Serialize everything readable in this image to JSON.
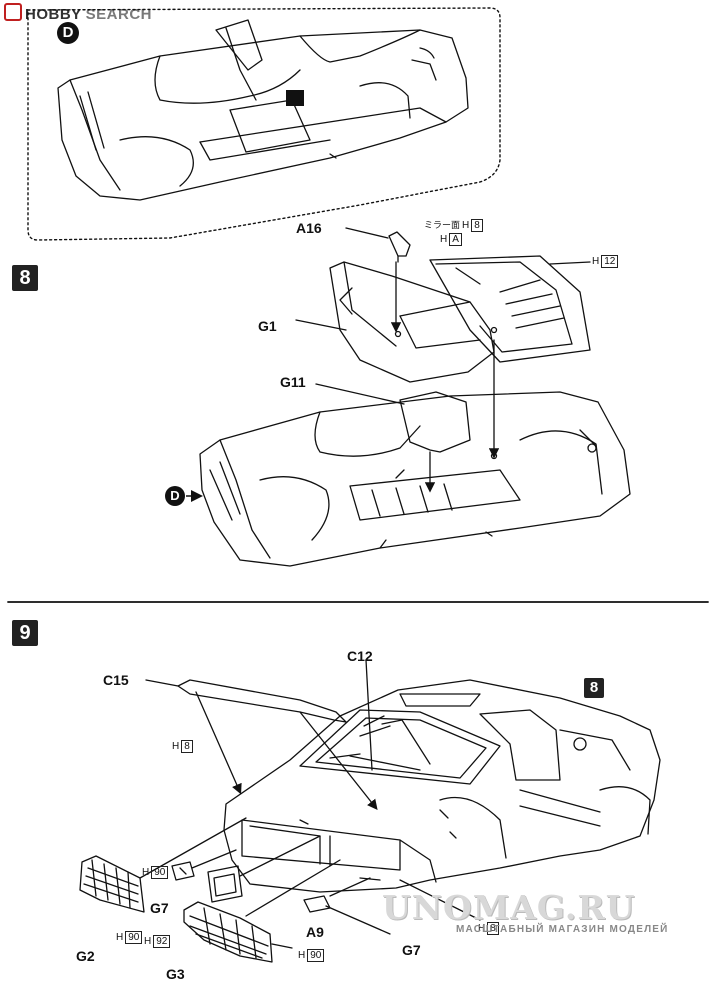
{
  "header": {
    "logo_hobby": "HOBBY",
    "logo_search": "SEARCH"
  },
  "steps": {
    "step8": "8",
    "step9": "9"
  },
  "callouts": {
    "d_top": "D",
    "d_side": "D",
    "badge_8": "8"
  },
  "labels": {
    "A16": "A16",
    "G1": "G1",
    "G11": "G11",
    "C15": "C15",
    "C12": "C12",
    "G7_left": "G7",
    "G7_right": "G7",
    "A9": "A9",
    "G2": "G2",
    "G3": "G3"
  },
  "paint_notes": {
    "mirror_face_label": "ミラー面",
    "h": "H",
    "mirror_face_code": "8",
    "a16_code": "A",
    "g1_code": "12",
    "c15_code": "8",
    "g7_left_code": "90",
    "g2_code_a": "90",
    "g2_code_b": "92",
    "g3_code": "90",
    "g7_right_code": "8"
  },
  "watermark": {
    "main": "UNOMAG.RU",
    "sub": "МАСШТАБНЫЙ МАГАЗИН МОДЕЛЕЙ"
  }
}
